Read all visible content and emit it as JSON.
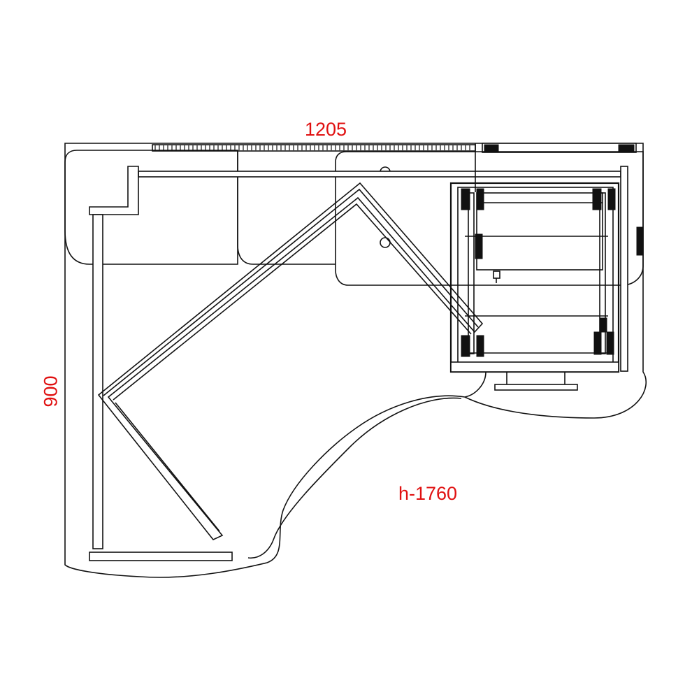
{
  "drawing": {
    "dimensions": {
      "width_label": "1205",
      "depth_label": "900",
      "height_label": "h-1760"
    },
    "colors": {
      "line": "#111111",
      "dimension_text": "#e01010",
      "background": "#ffffff"
    }
  }
}
